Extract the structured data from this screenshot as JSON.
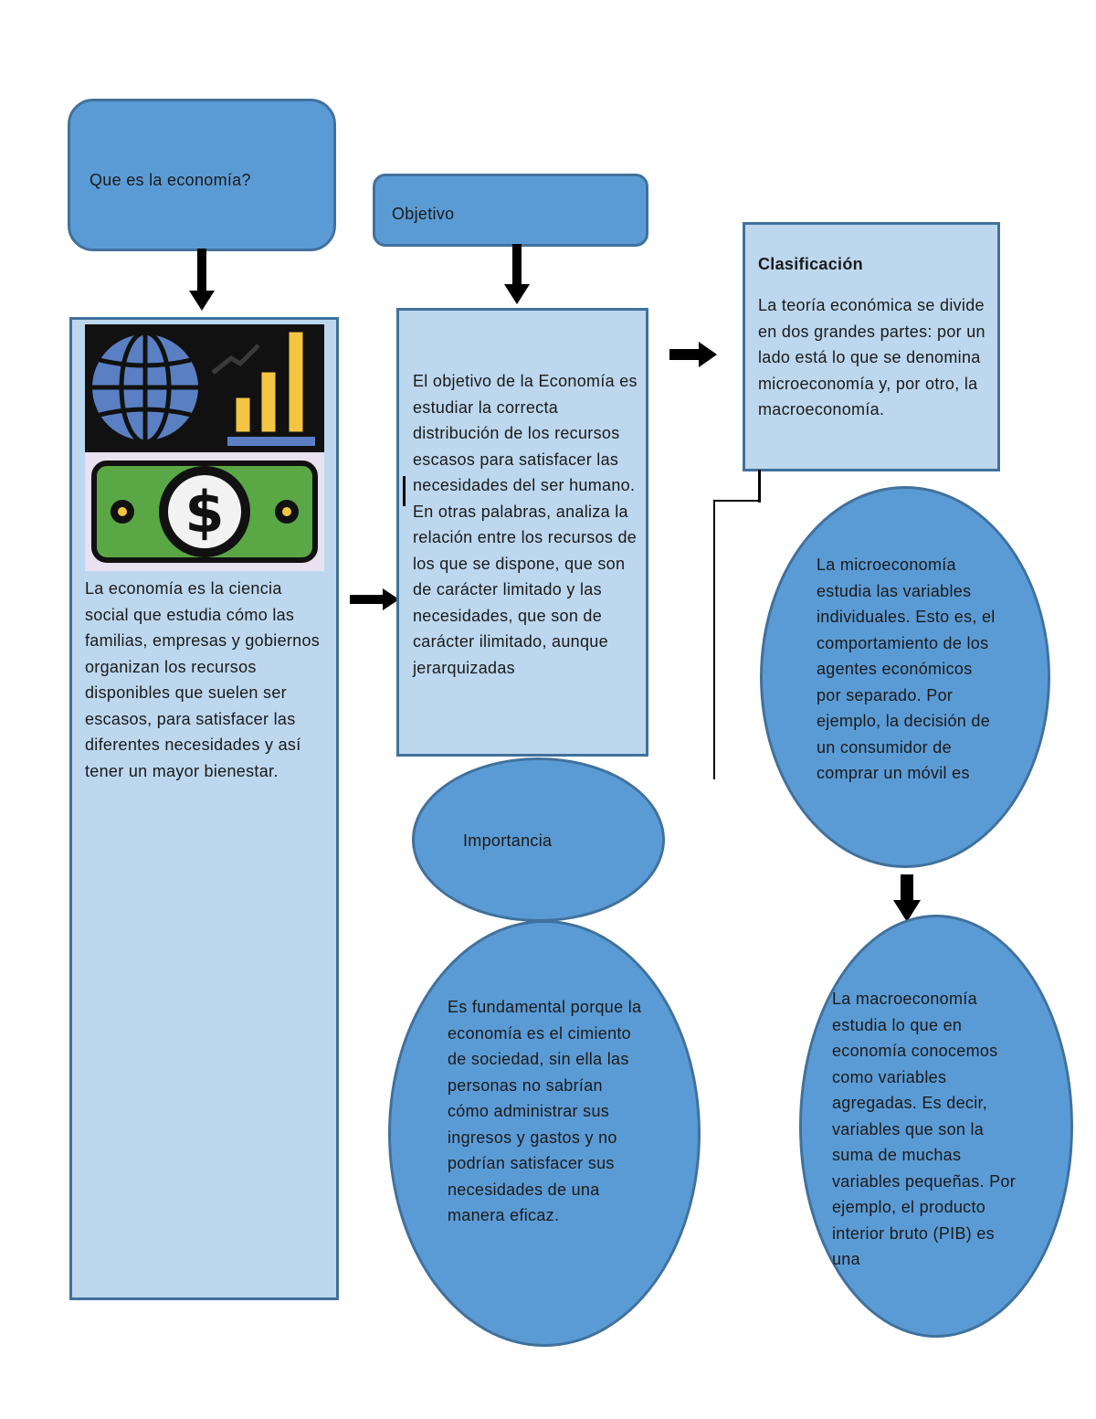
{
  "boxes": {
    "que_es": {
      "title": "Que es la economía?",
      "body": "La economía es la ciencia social que estudia cómo las familias, empresas y gobiernos organizan los recursos disponibles que suelen ser escasos, para satisfacer las diferentes necesidades y así tener un mayor bienestar."
    },
    "objetivo": {
      "title": "Objetivo",
      "body": "El objetivo de la Economía es estudiar la correcta distribución de los recursos escasos para satisfacer las necesidades del ser humano. En otras palabras, analiza la relación entre los recursos de los que se dispone, que son de carácter limitado y las necesidades, que son de carácter ilimitado, aunque jerarquizadas"
    },
    "clasificacion": {
      "title": "Clasificación",
      "body": "La teoría económica se divide en dos grandes partes: por un lado está lo que se denomina microeconomía y, por otro, la macroeconomía."
    },
    "importancia": {
      "title": "Importancia",
      "body": "Es fundamental porque la economía es el cimiento de sociedad, sin ella las personas no sabrían cómo administrar sus ingresos y gastos y no podrían satisfacer sus necesidades de una manera eficaz."
    },
    "micro": {
      "body": "La microeconomía estudia las variables individuales. Esto es, el comportamiento de los agentes económicos por separado. Por ejemplo, la decisión de un consumidor de comprar un móvil es"
    },
    "macro": {
      "body": "La macroeconomía estudia lo que en economía conocemos como variables agregadas. Es decir, variables que son la suma de muchas variables pequeñas. Por ejemplo, el producto interior bruto (PIB) es una"
    }
  },
  "icons": [
    "globe-icon",
    "growth-chart-icon",
    "money-bill-icon",
    "arrow-down-icon",
    "arrow-right-icon"
  ],
  "colors": {
    "dark_fill": "#5b9bd5",
    "light_fill": "#bdd7ee",
    "border": "#41719c",
    "arrow": "#000000"
  }
}
